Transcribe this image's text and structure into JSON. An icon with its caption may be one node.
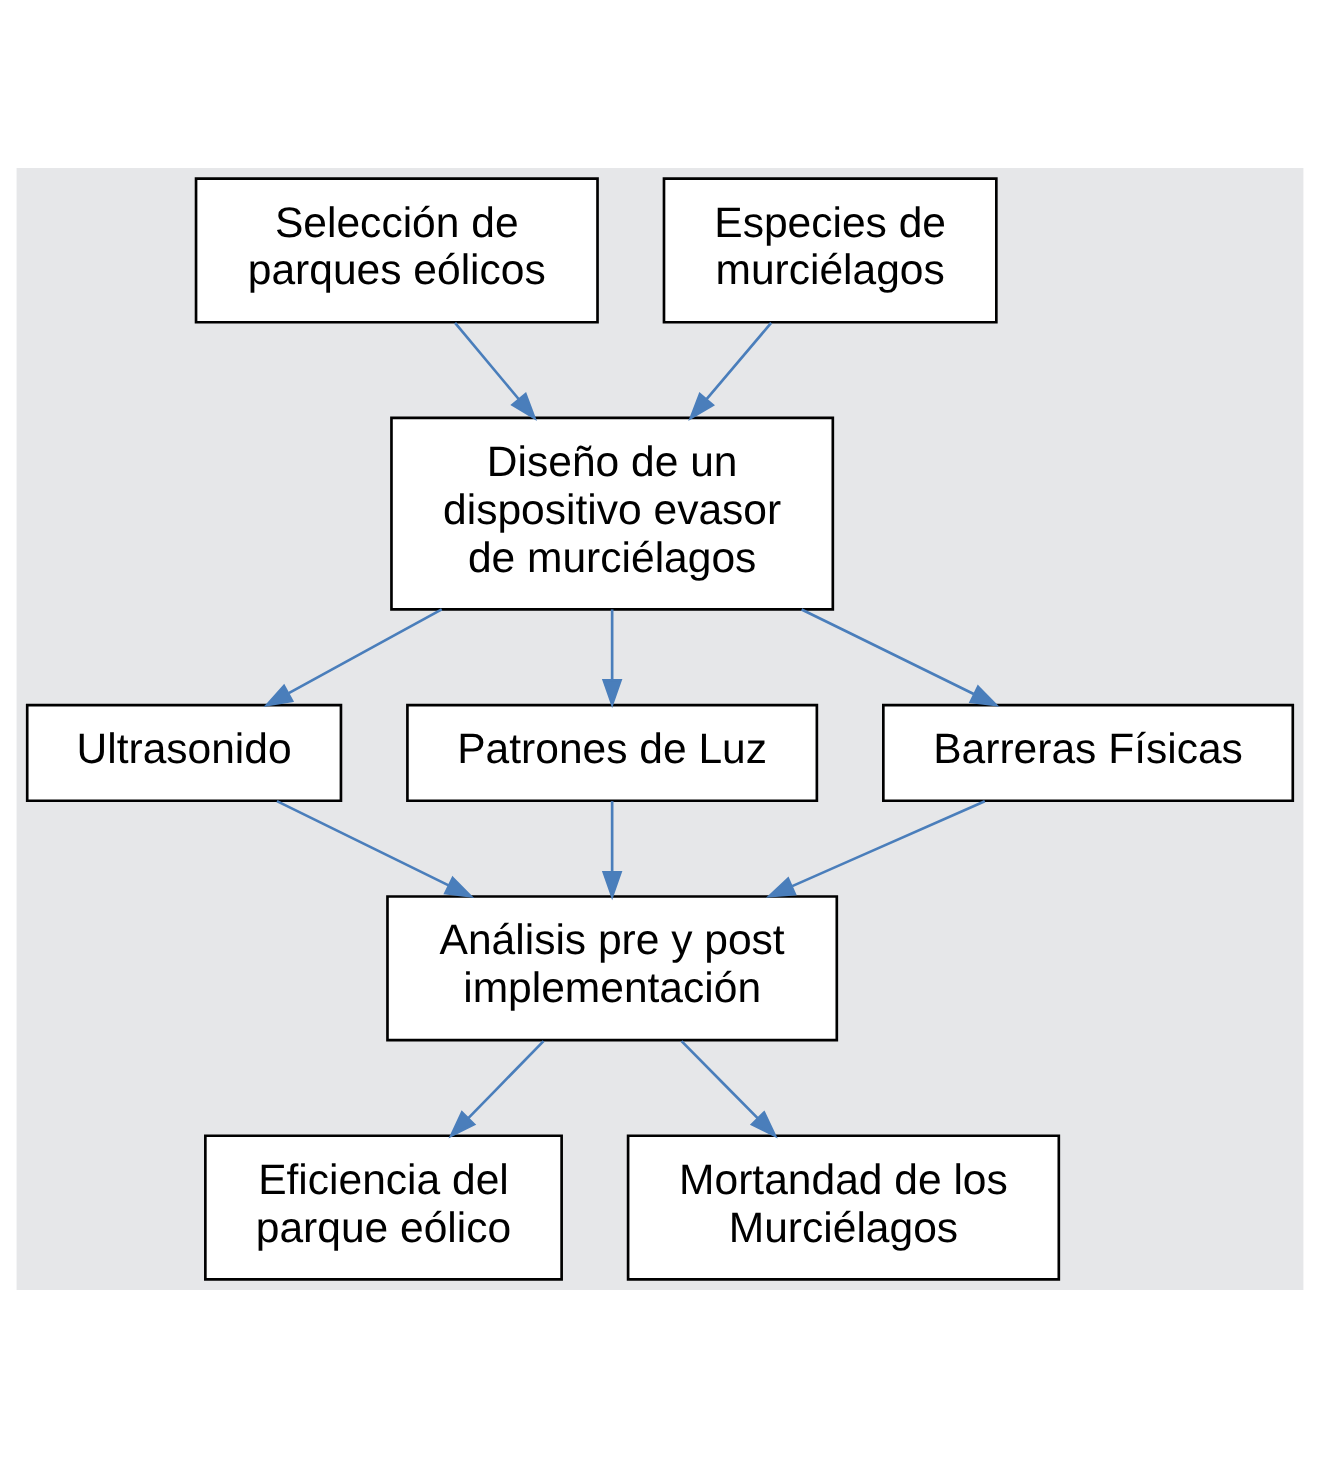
{
  "diagram": {
    "nodes": [
      {
        "text": [
          "Selección de parques eólicos"
        ]
      },
      {
        "text": [
          "Especies de murciélagos"
        ]
      },
      {
        "text": [
          "Diseño de un dispositivo evasor de murciélagos"
        ]
      },
      {
        "text": [
          "Ultrasonido"
        ]
      },
      {
        "text": [
          "Patrones de Luz"
        ]
      },
      {
        "text": [
          "Barreras Físicas"
        ]
      },
      {
        "text": [
          "Análisis pre y post implementación"
        ]
      },
      {
        "text": [
          "Eficiencia del parque eólico"
        ]
      },
      {
        "text": [
          "Mortandad de los Murciélagos"
        ]
      }
    ],
    "edges": [
      {
        "from": 0,
        "to": 2,
        "arrow": "to"
      },
      {
        "from": 1,
        "to": 2,
        "arrow": "to"
      },
      {
        "from": 2,
        "to": 3,
        "arrow": "to"
      },
      {
        "from": 2,
        "to": 4,
        "arrow": "to"
      },
      {
        "from": 2,
        "to": 5,
        "arrow": "to"
      },
      {
        "from": 3,
        "to": 6,
        "arrow": "to"
      },
      {
        "from": 4,
        "to": 6,
        "arrow": "to"
      },
      {
        "from": 5,
        "to": 6,
        "arrow": "to"
      },
      {
        "from": 6,
        "to": 7,
        "arrow": "to"
      },
      {
        "from": 6,
        "to": 8,
        "arrow": "to"
      }
    ]
  }
}
